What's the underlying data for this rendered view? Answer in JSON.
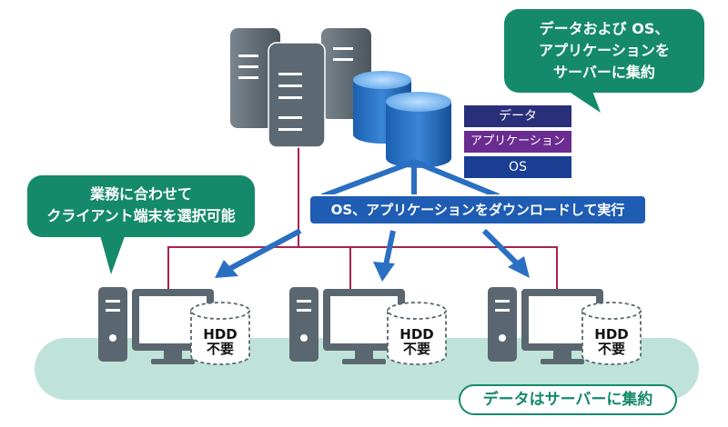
{
  "callouts": {
    "top_right": {
      "lines": [
        "データおよび OS、",
        "アプリケーションを",
        "サーバーに集約"
      ]
    },
    "left": {
      "lines": [
        "業務に合わせて",
        "クライアント端末を選択可能"
      ]
    }
  },
  "stack": {
    "layers": [
      "データ",
      "アプリケーション",
      "OS"
    ]
  },
  "download_banner": "OS、アプリケーションをダウンロードして実行",
  "hdd_label": {
    "line1": "HDD",
    "line2": "不要"
  },
  "bottom_pill": "データはサーバーに集約",
  "colors": {
    "green": "#158a6a",
    "ground": "#bfe3d8",
    "blue_arrow": "#2a6fc2",
    "line_red": "#a8234a",
    "server_dark": "#5b6770",
    "data_layer": "#2a2f7a",
    "app_layer": "#6a2c91",
    "os_layer": "#1a3f92"
  }
}
